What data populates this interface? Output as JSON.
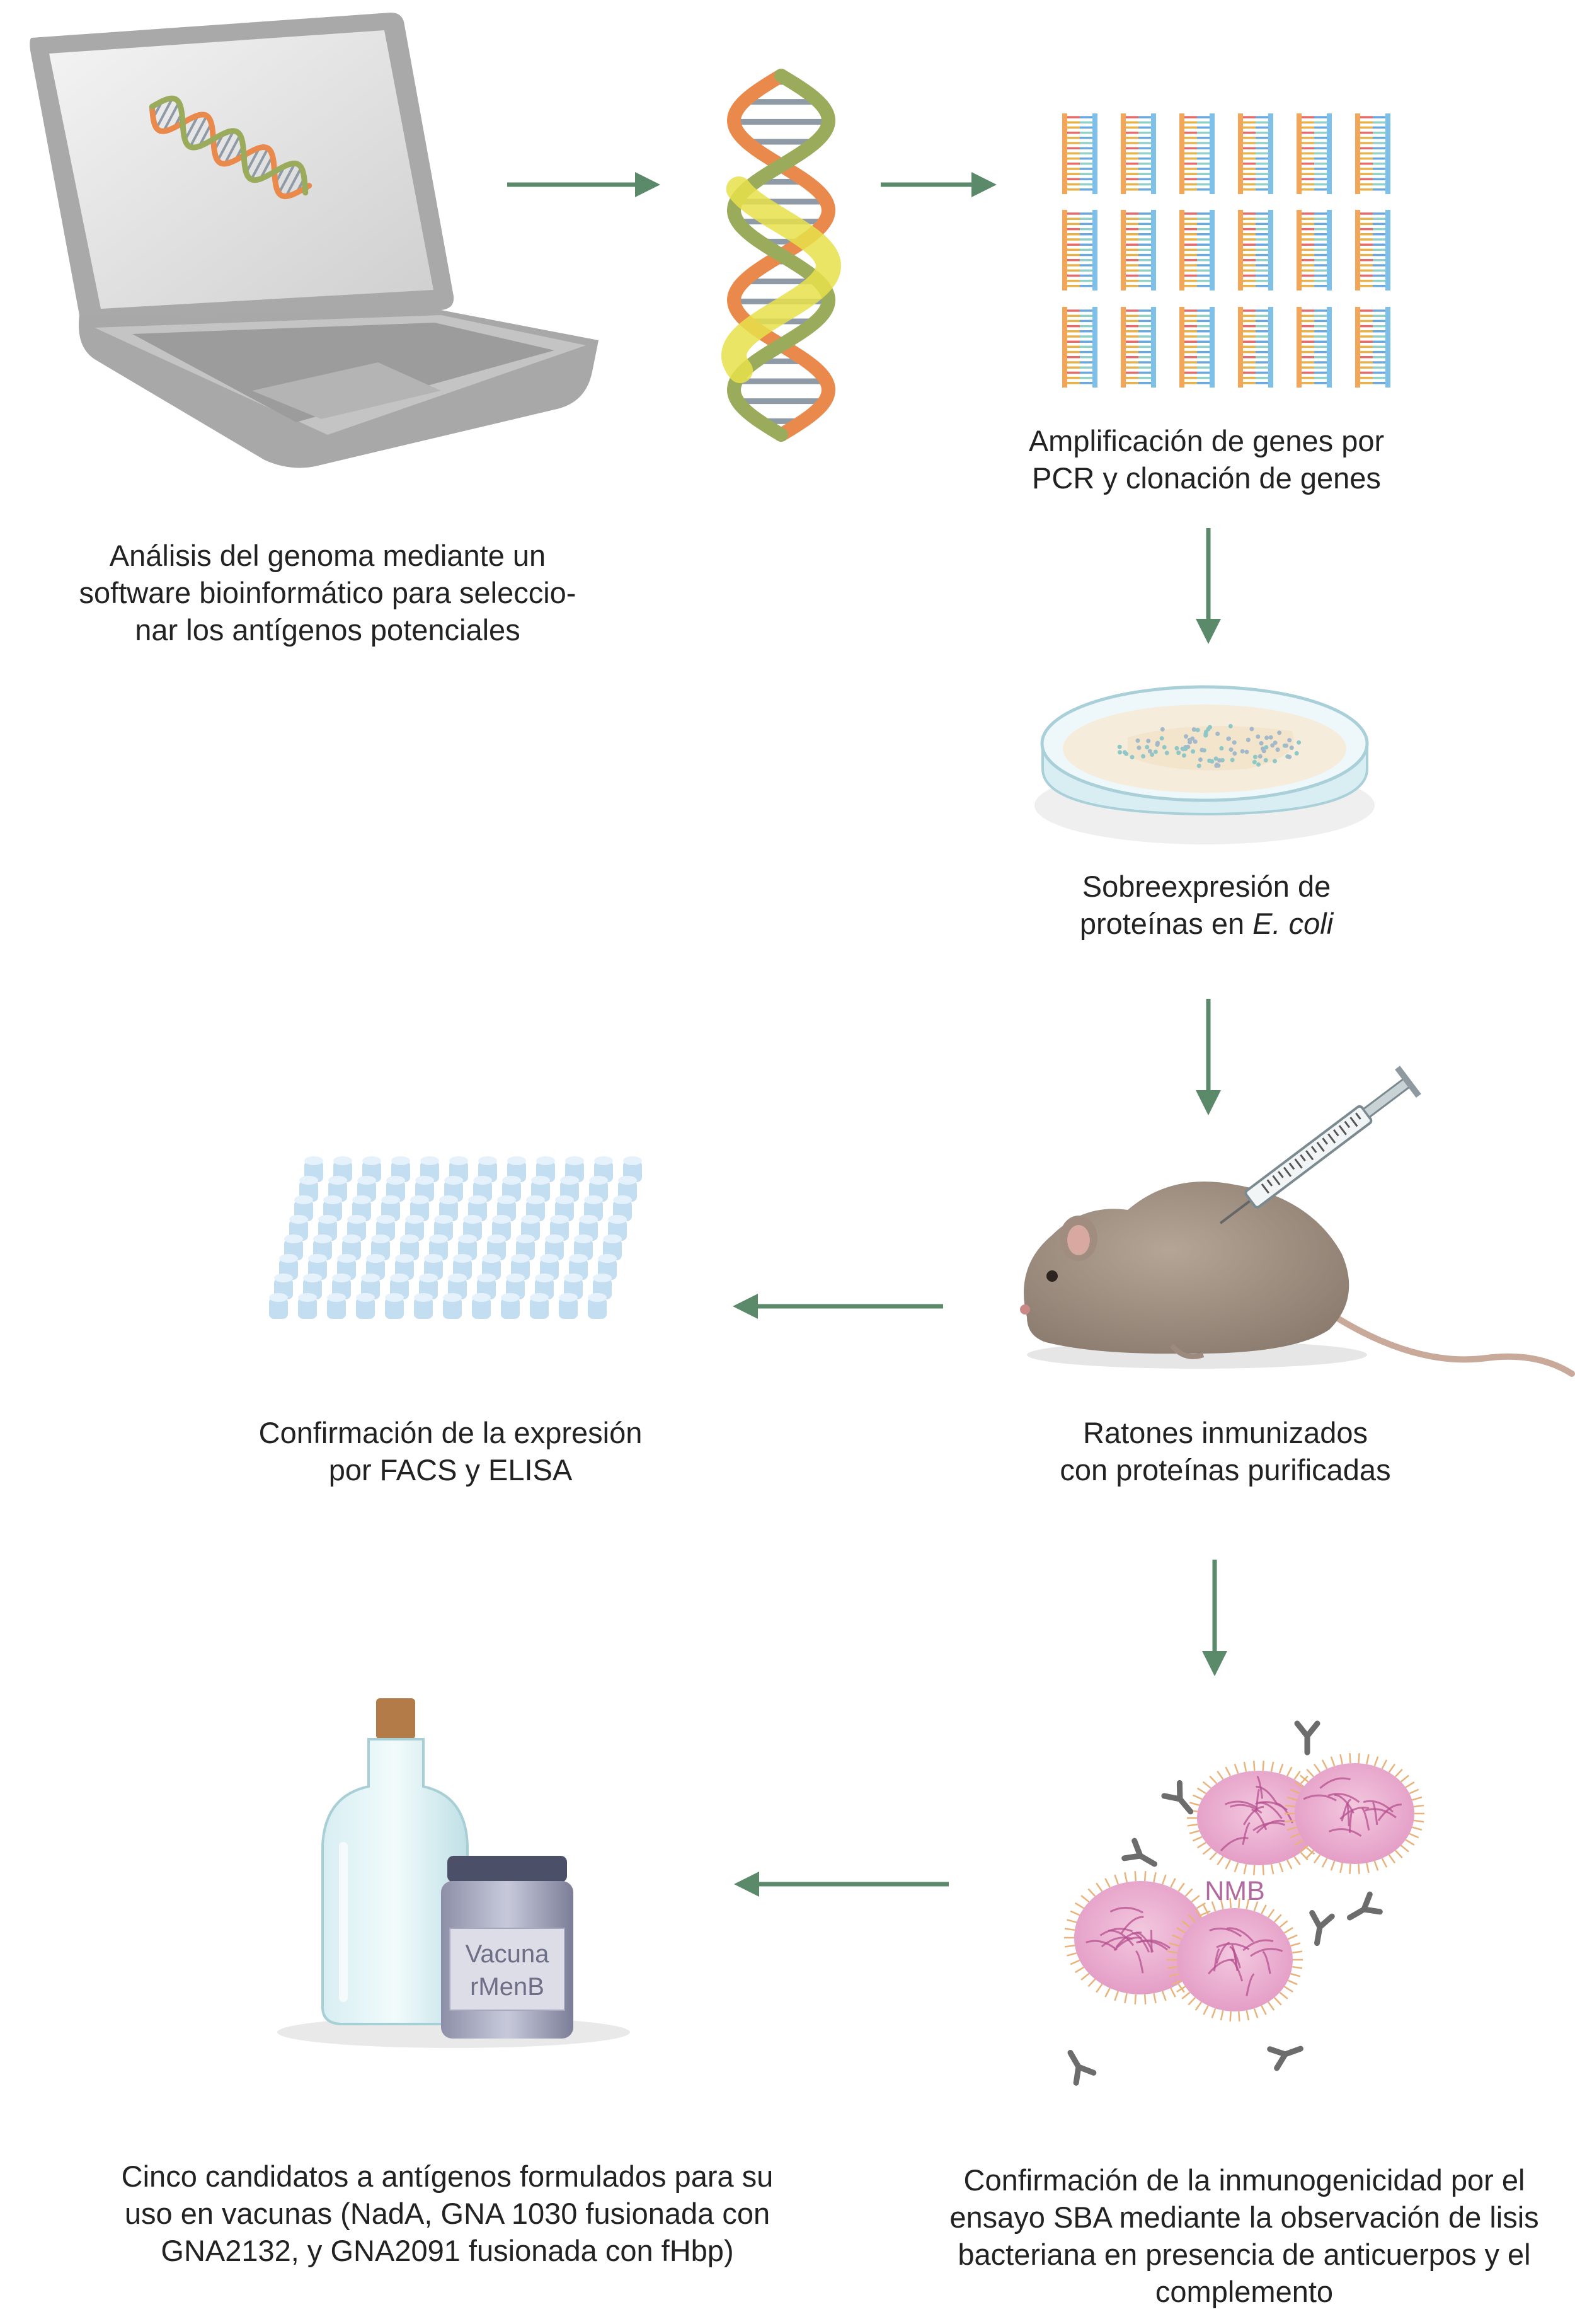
{
  "steps": {
    "genome_analysis": {
      "lines": [
        "Análisis del genoma mediante un",
        "software bioinformático para seleccio-",
        "nar los antígenos potenciales"
      ]
    },
    "pcr": {
      "lines": [
        "Amplificación de genes por",
        "PCR y clonación de genes"
      ]
    },
    "overexpression": {
      "line1": "Sobreexpresión de",
      "line2_prefix": "proteínas en ",
      "line2_italic": "E. coli"
    },
    "immunized_mice": {
      "lines": [
        "Ratones inmunizados",
        "con proteínas purificadas"
      ]
    },
    "confirmation_expression": {
      "lines": [
        "Confirmación de la expresión",
        "por FACS y ELISA"
      ]
    },
    "immunogenicity": {
      "lines": [
        "Confirmación de la inmunogenicidad por el",
        "ensayo SBA mediante la observación de lisis",
        "bacteriana en presencia de anticuerpos y el",
        "complemento"
      ],
      "bacteria_label": "NMB"
    },
    "vaccine": {
      "lines": [
        "Cinco candidatos a antígenos formulados para su",
        "uso en vacunas (NadA, GNA 1030 fusionada con",
        "GNA2132, y GNA2091 fusionada con fHbp)"
      ],
      "label_line1": "Vacuna",
      "label_line2": "rMenB"
    }
  },
  "colors": {
    "arrow": "#5b8a6a",
    "laptop": "#b9b9b9",
    "dna_green": "#9aab5c",
    "dna_yellow": "#e8e04a",
    "dna_orange": "#e98a4c",
    "bacteria": "#e6a3c9",
    "well": "#bcd9ef"
  }
}
